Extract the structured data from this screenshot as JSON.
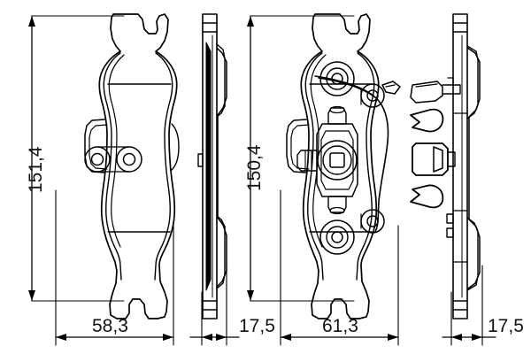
{
  "drawing": {
    "type": "technical-drawing",
    "subject": "brake-pad-set",
    "stroke_color": "#000000",
    "background_color": "#ffffff",
    "views": [
      {
        "name": "front-view-backing-plate",
        "label": ""
      },
      {
        "name": "left-side-profile-view",
        "label": ""
      },
      {
        "name": "front-view-with-hardware",
        "label": ""
      },
      {
        "name": "right-side-profile-view",
        "label": ""
      }
    ]
  },
  "dimensions": {
    "height_left": "151,4",
    "height_right": "150,4",
    "width_pad_left": "58,3",
    "thickness_left": "17,5",
    "width_pad_right": "61,3",
    "thickness_right": "17,5"
  }
}
